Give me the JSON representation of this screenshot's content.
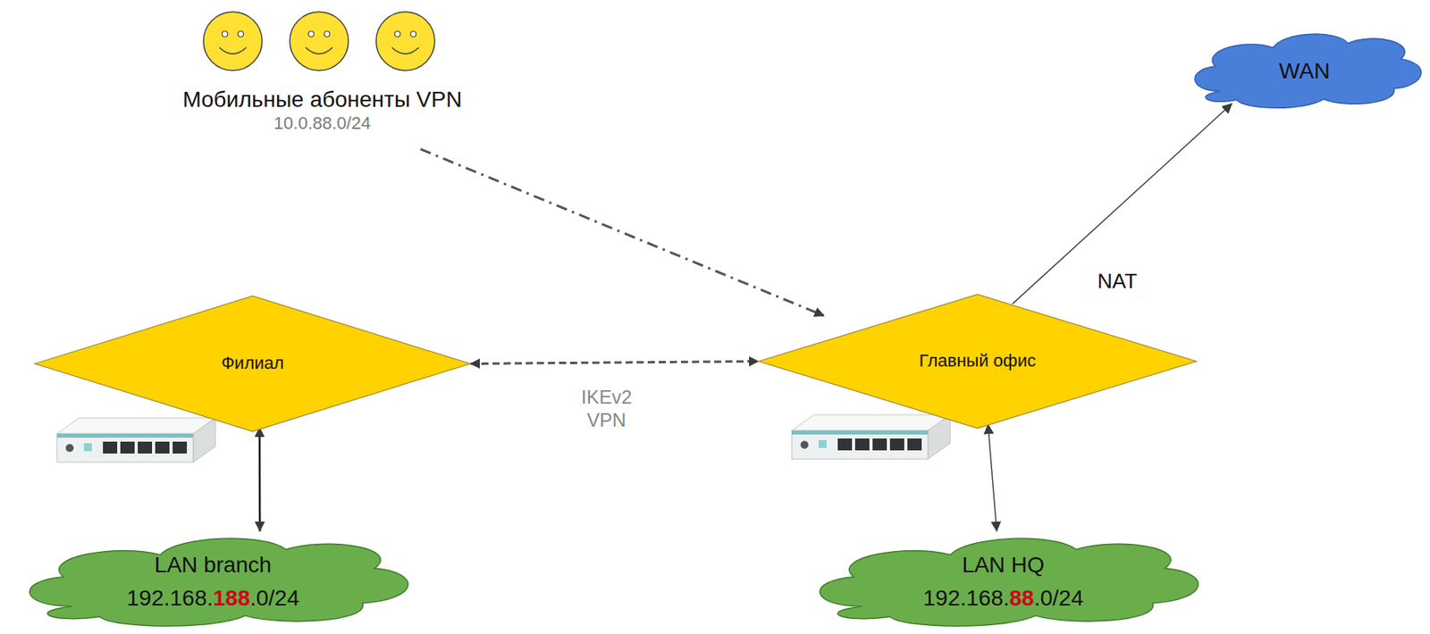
{
  "diagram": {
    "nodes": [
      {
        "text": [
          "Мобильные абоненты VPN",
          "10.0.88.0/24"
        ]
      },
      {
        "text": [
          "WAN"
        ]
      },
      {
        "text": [
          "Филиал"
        ]
      },
      {
        "text": [
          "Главный офис"
        ]
      },
      {
        "text": [
          "LAN branch",
          "192.168.188.0/24"
        ]
      },
      {
        "text": [
          "LAN HQ",
          "192.168.88.0/24"
        ]
      }
    ],
    "edges": [
      {
        "from": 0,
        "to": 3,
        "arrow": "to"
      },
      {
        "from": 2,
        "to": 3,
        "arrow": "both",
        "label": "IKEv2 VPN"
      },
      {
        "from": 3,
        "to": 1,
        "arrow": "to",
        "label": "NAT"
      },
      {
        "from": 2,
        "to": 4,
        "arrow": "both"
      },
      {
        "from": 3,
        "to": 5,
        "arrow": "both"
      }
    ]
  }
}
